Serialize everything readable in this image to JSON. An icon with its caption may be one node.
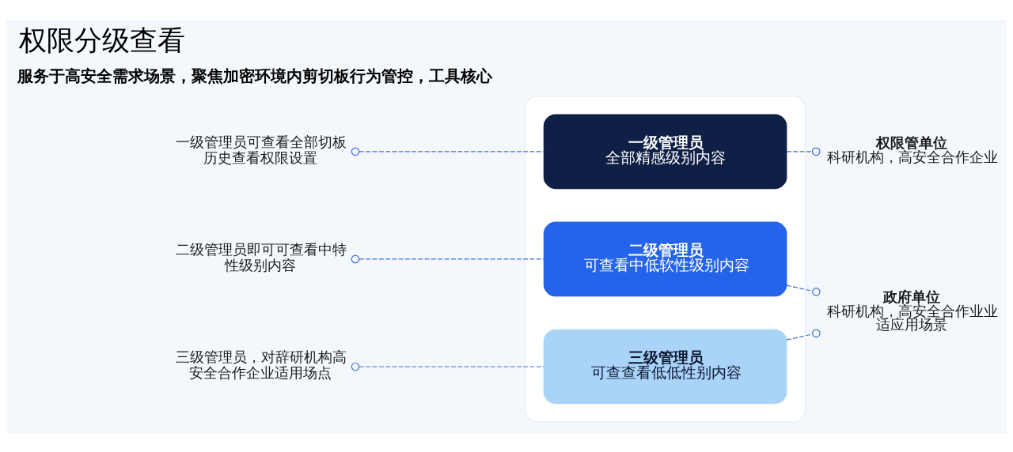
{
  "diagram": {
    "title": "权限分级查看",
    "nodes": [
      {
        "text": [],
        "shape": "box"
      },
      {
        "text": [
          "一级管理员",
          "全部精感级别内容"
        ],
        "in": 0
      },
      {
        "text": [
          "二级管理员",
          "可查看中低软性级别内容"
        ],
        "in": 0
      },
      {
        "text": [
          "三级管理员",
          "可查查看低低性别内容"
        ],
        "in": 0
      },
      {
        "text": [
          "一级管理员可查看全部切板历史查看权限设置"
        ]
      },
      {
        "text": [
          "二级管理员即可可查看中特性级别内容"
        ]
      },
      {
        "text": [
          "三级管理员，对辞研机构高安全合作企业适用场点"
        ]
      },
      {
        "text": [
          "权限管单位",
          "科研机构，高安全合作企业"
        ]
      },
      {
        "text": [
          "政府单位",
          "科研机构，高安全合作业业适应用场景"
        ]
      }
    ],
    "edges": [
      {
        "from": 1,
        "to": 4,
        "arrow": "other",
        "style": "dashed"
      },
      {
        "from": 2,
        "to": 5,
        "arrow": "other",
        "style": "dashed"
      },
      {
        "from": 3,
        "to": 6,
        "arrow": "other",
        "style": "dashed"
      },
      {
        "from": 1,
        "to": 7,
        "arrow": "other",
        "style": "dashed"
      },
      {
        "from": 2,
        "to": 8,
        "arrow": "other",
        "style": "dashed"
      },
      {
        "from": 3,
        "to": 8,
        "arrow": "other",
        "style": "dashed"
      }
    ],
    "labels": [
      "服务于高安全需求场景，聚焦加密环境内剪切板行为管控，工具核心"
    ]
  }
}
